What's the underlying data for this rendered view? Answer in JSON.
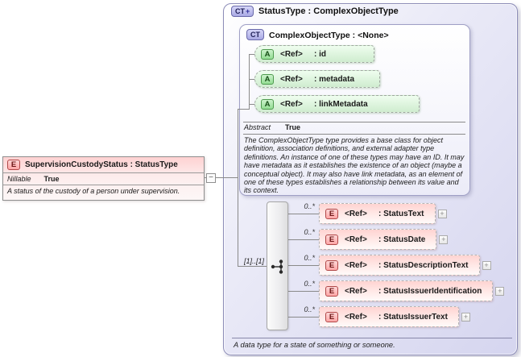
{
  "colors": {
    "type_box_lavender": "#d5d5ef",
    "element_pink": "#ffd3d1",
    "attribute_green": "#ddf4dd",
    "badge_element_fill": "#ffa6a6",
    "badge_element_border": "#b04848",
    "badge_attribute_fill": "#93dd93",
    "badge_attribute_border": "#4e9a4e",
    "badge_type_fill": "#a9a9e4",
    "badge_type_border": "#6a6aaa",
    "connector_gray": "#8a8a8a"
  },
  "element_box": {
    "badge": "E",
    "title": "SupervisionCustodyStatus : StatusType",
    "nillable_label": "Nillable",
    "nillable_value": "True",
    "description": "A status of the custody of a person under supervision.",
    "collapse_glyph": "−"
  },
  "type_box": {
    "badge": "CT",
    "badge_plus": "+",
    "title": "StatusType : ComplexObjectType",
    "caption": "A data type for a state of something or someone.",
    "base_type": {
      "badge": "CT",
      "title": "ComplexObjectType : <None>",
      "abstract_label": "Abstract",
      "abstract_value": "True",
      "description": "The ComplexObjectType type provides a base class for object definition, association definitions, and external adapter type definitions. An instance of one of these types may have an ID. It may have metadata as it establishes the existence of an object (maybe a conceptual object). It may also have link metadata, as an element of one of these types establishes a relationship between its value and its context.",
      "attributes": [
        {
          "badge": "A",
          "ref": "<Ref>",
          "name": ": id"
        },
        {
          "badge": "A",
          "ref": "<Ref>",
          "name": ": metadata"
        },
        {
          "badge": "A",
          "ref": "<Ref>",
          "name": ": linkMetadata"
        }
      ]
    },
    "sequence": {
      "cardinality": "[1]..[1]",
      "expand_glyph": "+",
      "elements": [
        {
          "occurs": "0..*",
          "badge": "E",
          "ref": "<Ref>",
          "name": ": StatusText"
        },
        {
          "occurs": "0..*",
          "badge": "E",
          "ref": "<Ref>",
          "name": ": StatusDate"
        },
        {
          "occurs": "0..*",
          "badge": "E",
          "ref": "<Ref>",
          "name": ": StatusDescriptionText"
        },
        {
          "occurs": "0..*",
          "badge": "E",
          "ref": "<Ref>",
          "name": ": StatusIssuerIdentification"
        },
        {
          "occurs": "0..*",
          "badge": "E",
          "ref": "<Ref>",
          "name": ": StatusIssuerText"
        }
      ]
    }
  }
}
